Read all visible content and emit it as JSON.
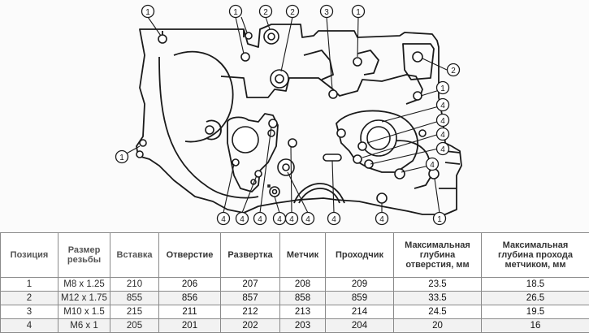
{
  "callouts": [
    "1",
    "2",
    "3",
    "4"
  ],
  "table": {
    "headers": [
      "Позиция",
      "Размер\nрезьбы",
      "Вставка",
      "Отверстие",
      "Развертка",
      "Метчик",
      "Проходчик",
      "Максимальная\nглубина\nотверстия, мм",
      "Максимальная\nглубина прохода\nметчиком, мм"
    ],
    "rows": [
      [
        "1",
        "M8 x 1.25",
        "210",
        "206",
        "207",
        "208",
        "209",
        "23.5",
        "18.5"
      ],
      [
        "2",
        "M12 x 1.75",
        "855",
        "856",
        "857",
        "858",
        "859",
        "33.5",
        "26.5"
      ],
      [
        "3",
        "M10 x 1.5",
        "215",
        "211",
        "212",
        "213",
        "214",
        "24.5",
        "19.5"
      ],
      [
        "4",
        "M6 x 1",
        "205",
        "201",
        "202",
        "203",
        "204",
        "20",
        "16"
      ]
    ]
  }
}
